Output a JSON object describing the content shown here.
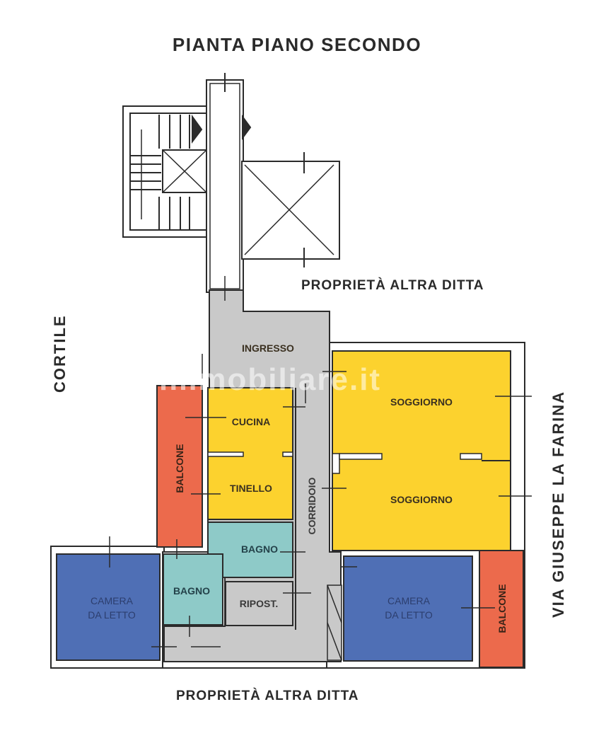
{
  "title": "PIANTA PIANO SECONDO",
  "labels": {
    "north_adjacent": "PROPRIETÀ ALTRA DITTA",
    "south_adjacent": "PROPRIETÀ ALTRA DITTA",
    "west": "CORTILE",
    "east": "VIA GIUSEPPE LA FARINA"
  },
  "watermark": "immobiliare.it",
  "colors": {
    "living": "#fcd22e",
    "bedroom": "#4f6fb5",
    "bathroom": "#8ecac8",
    "service": "#c9c9c9",
    "balcony": "#ec6a4c",
    "wall": "#2b2b2b"
  },
  "rooms": [
    {
      "id": "ingresso",
      "label": "INGRESSO",
      "type": "service"
    },
    {
      "id": "cucina",
      "label": "CUCINA",
      "type": "living"
    },
    {
      "id": "tinello",
      "label": "TINELLO",
      "type": "living"
    },
    {
      "id": "balcone_west",
      "label": "BALCONE",
      "type": "balcony"
    },
    {
      "id": "bagno_1",
      "label": "BAGNO",
      "type": "bathroom"
    },
    {
      "id": "corridoio",
      "label": "CORRIDOIO",
      "type": "service"
    },
    {
      "id": "soggiorno_1",
      "label": "SOGGIORNO",
      "type": "living"
    },
    {
      "id": "soggiorno_2",
      "label": "SOGGIORNO",
      "type": "living"
    },
    {
      "id": "camera_west",
      "label_line1": "CAMERA",
      "label_line2": "DA LETTO",
      "type": "bedroom"
    },
    {
      "id": "bagno_2",
      "label": "BAGNO",
      "type": "bathroom"
    },
    {
      "id": "ripost",
      "label": "RIPOST.",
      "type": "service"
    },
    {
      "id": "camera_east",
      "label_line1": "CAMERA",
      "label_line2": "DA LETTO",
      "type": "bedroom"
    },
    {
      "id": "balcone_east",
      "label": "BALCONE",
      "type": "balcony"
    }
  ]
}
